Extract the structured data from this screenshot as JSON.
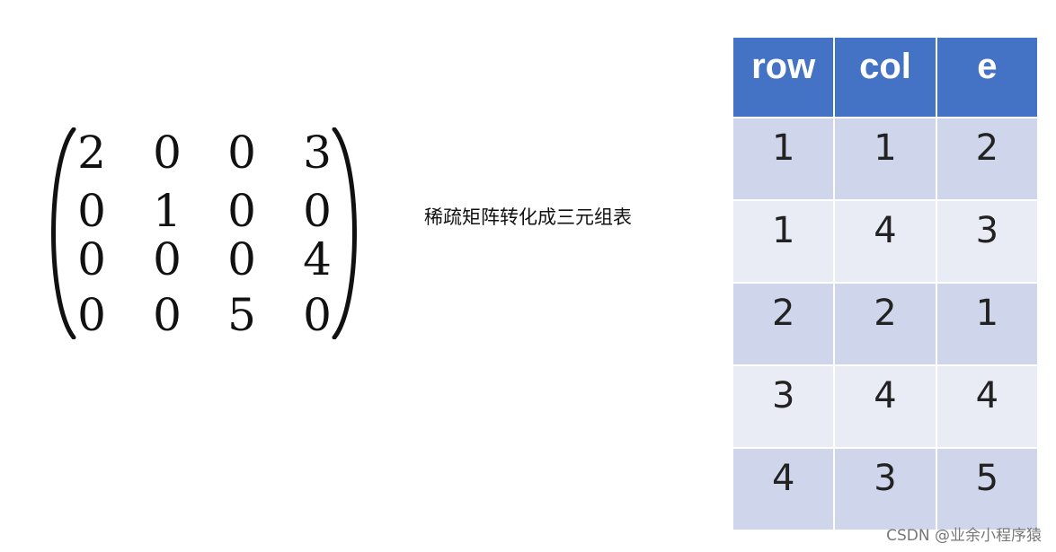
{
  "matrix": {
    "rows": [
      [
        "2",
        "0",
        "0",
        "3"
      ],
      [
        "0",
        "1",
        "0",
        "0"
      ],
      [
        "0",
        "0",
        "0",
        "4"
      ],
      [
        "0",
        "0",
        "5",
        "0"
      ]
    ]
  },
  "caption": "稀疏矩阵转化成三元组表",
  "triple_table": {
    "header_color": "#4472c4",
    "band_colors": [
      "#cfd5ea",
      "#e9ebf5"
    ],
    "columns": [
      "row",
      "col",
      "e"
    ],
    "rows": [
      [
        "1",
        "1",
        "2"
      ],
      [
        "1",
        "4",
        "3"
      ],
      [
        "2",
        "2",
        "1"
      ],
      [
        "3",
        "4",
        "4"
      ],
      [
        "4",
        "3",
        "5"
      ]
    ]
  },
  "watermark": "CSDN @业余小程序猿"
}
